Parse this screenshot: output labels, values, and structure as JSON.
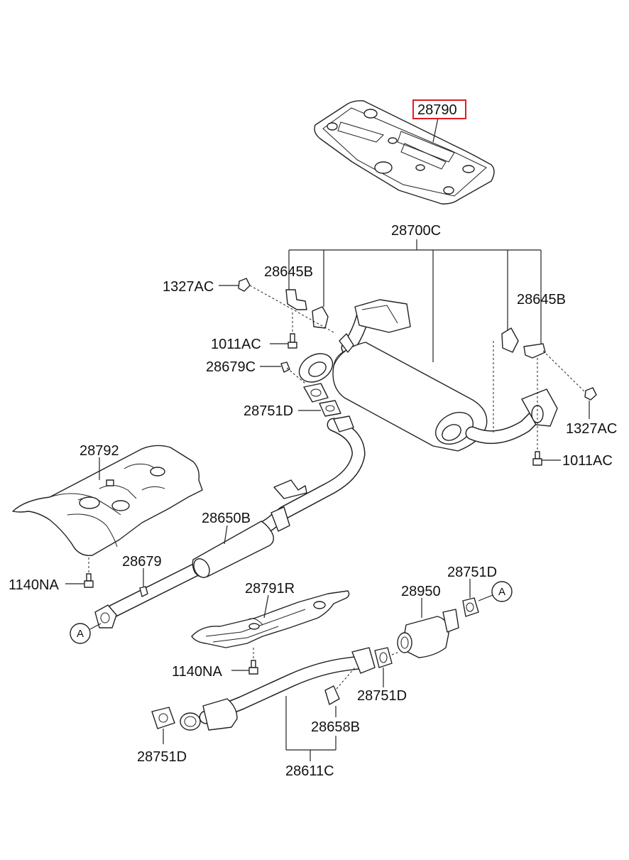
{
  "highlight_color": "#e11b22",
  "labels": {
    "p28790": "28790",
    "p28700C": "28700C",
    "p28645B_left": "28645B",
    "p28645B_right": "28645B",
    "p1327AC_left": "1327AC",
    "p1327AC_right": "1327AC",
    "p1011AC_left": "1011AC",
    "p1011AC_right": "1011AC",
    "p28679C": "28679C",
    "p28751D_upper": "28751D",
    "p28792": "28792",
    "p28650B": "28650B",
    "p28679": "28679",
    "p1140NA_left": "1140NA",
    "p1140NA_mid": "1140NA",
    "p28791R": "28791R",
    "p28950": "28950",
    "p28751D_right": "28751D",
    "p28751D_mid": "28751D",
    "p28751D_lower": "28751D",
    "p28658B": "28658B",
    "p28611C": "28611C"
  },
  "connectors": {
    "a_right": "A",
    "a_left": "A"
  }
}
